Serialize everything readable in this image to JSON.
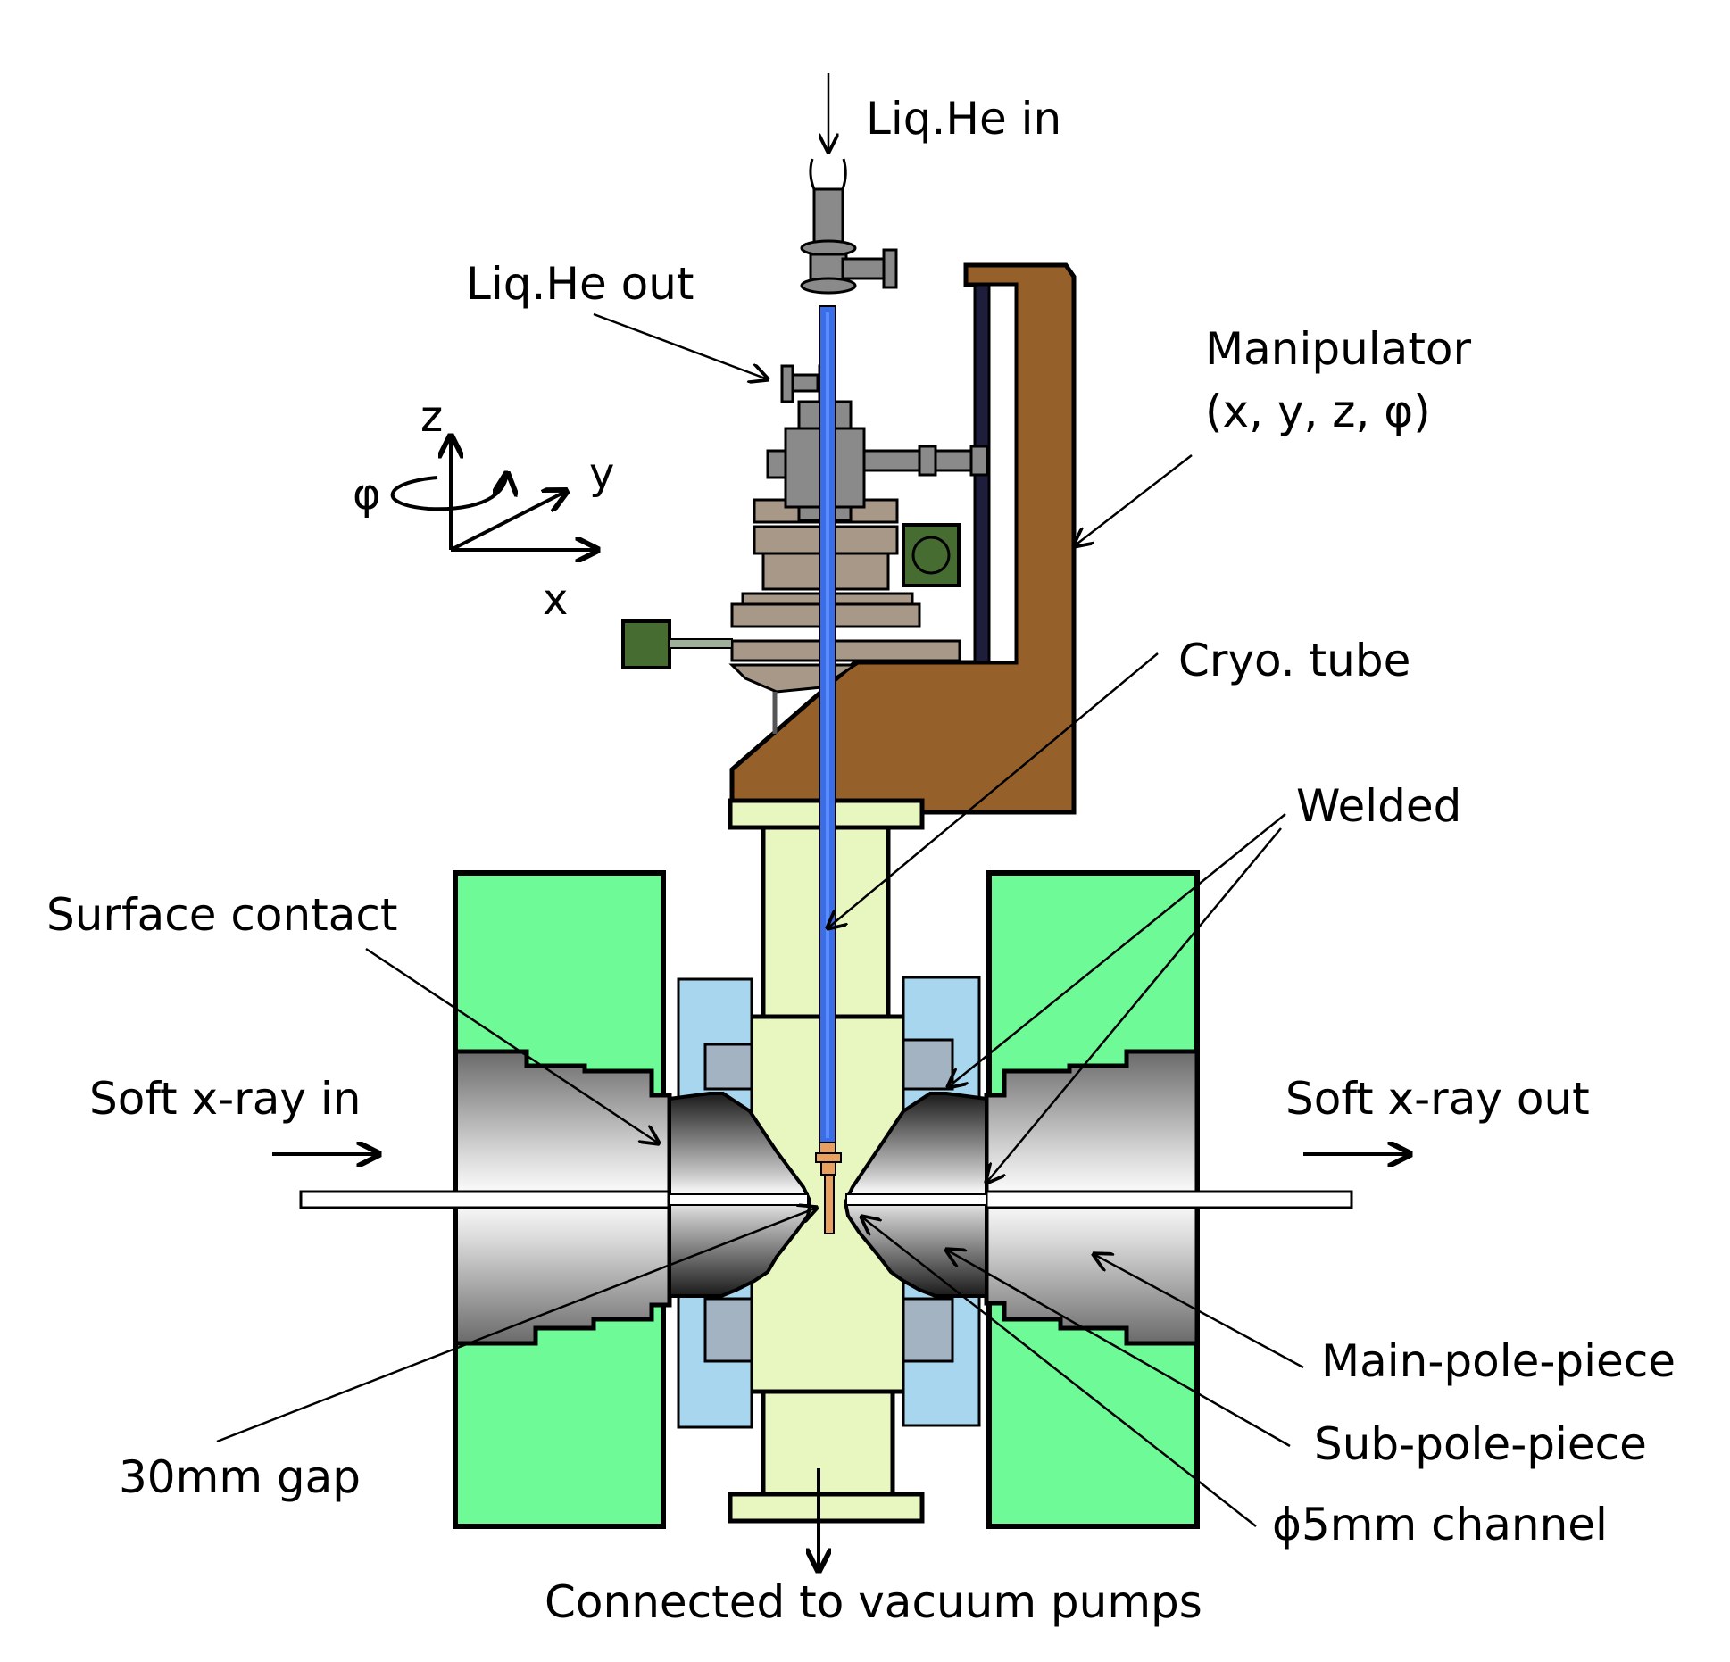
{
  "labels": {
    "liq_he_in": "Liq.He in",
    "liq_he_out": "Liq.He out",
    "manipulator_line1": "Manipulator",
    "manipulator_line2": "(x, y, z, φ)",
    "cryo_tube": "Cryo. tube",
    "welded": "Welded",
    "surface_contact": "Surface contact",
    "soft_xray_in": "Soft x-ray in",
    "soft_xray_out": "Soft x-ray out",
    "main_pole_piece": "Main-pole-piece",
    "sub_pole_piece": "Sub-pole-piece",
    "channel": "ϕ5mm channel",
    "gap": "30mm gap",
    "vacuum": "Connected to vacuum pumps"
  },
  "axes": {
    "z": "z",
    "y": "y",
    "x": "x",
    "phi": "φ"
  },
  "colors": {
    "yoke_green": "#6ffa98",
    "chamber_yellow": "#e8f6c0",
    "coil_blue": "#a9d6ef",
    "coil_gray": "#a3b3c2",
    "manipulator_brown": "#96602a",
    "cryo_tube_blue": "#3b6de6",
    "flange_gray": "#a89888",
    "valve_gray": "#8a8a8a",
    "motor_green": "#466c32",
    "sample_orange": "#e8a060"
  }
}
